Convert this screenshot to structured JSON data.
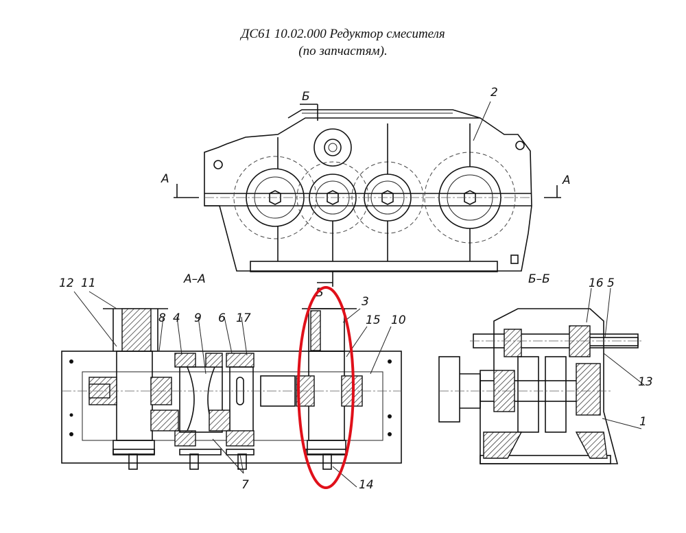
{
  "title": {
    "line1": "ДС61 10.02.000 Редуктор смесителя",
    "line2": "(по запчастям)."
  },
  "views": {
    "section_aa": "А–А",
    "section_bb": "Б–Б",
    "mark_a": "А",
    "mark_b": "Б"
  },
  "parts": [
    "1",
    "2",
    "3",
    "4",
    "5",
    "6",
    "7",
    "8",
    "9",
    "10",
    "11",
    "12",
    "13",
    "14",
    "15",
    "16",
    "17"
  ],
  "highlight": {
    "color": "#e0101a",
    "target_part": "3"
  }
}
